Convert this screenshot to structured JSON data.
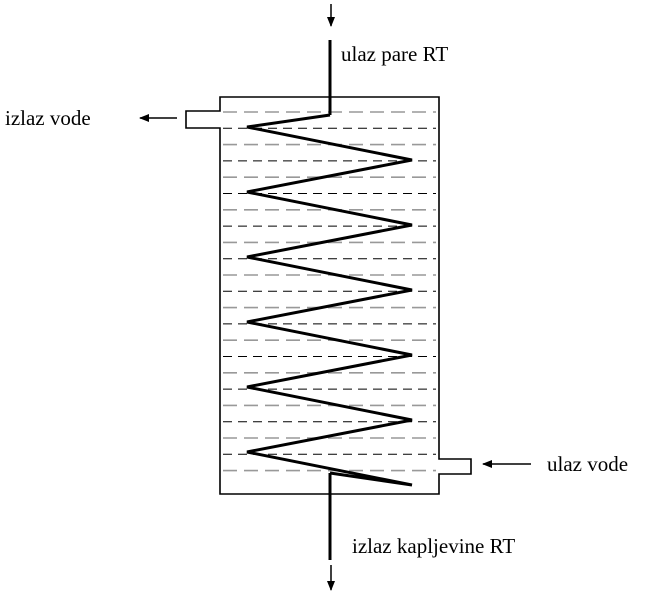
{
  "labels": {
    "steam_inlet": "ulaz pare RT",
    "water_outlet": "izlaz vode",
    "water_inlet": "ulaz vode",
    "condensate_outlet": "izlaz kapljevine RT"
  },
  "colors": {
    "line": "#000000",
    "liquid_dash_gray": "#999999",
    "liquid_dash_black": "#000000",
    "background": "#ffffff"
  }
}
